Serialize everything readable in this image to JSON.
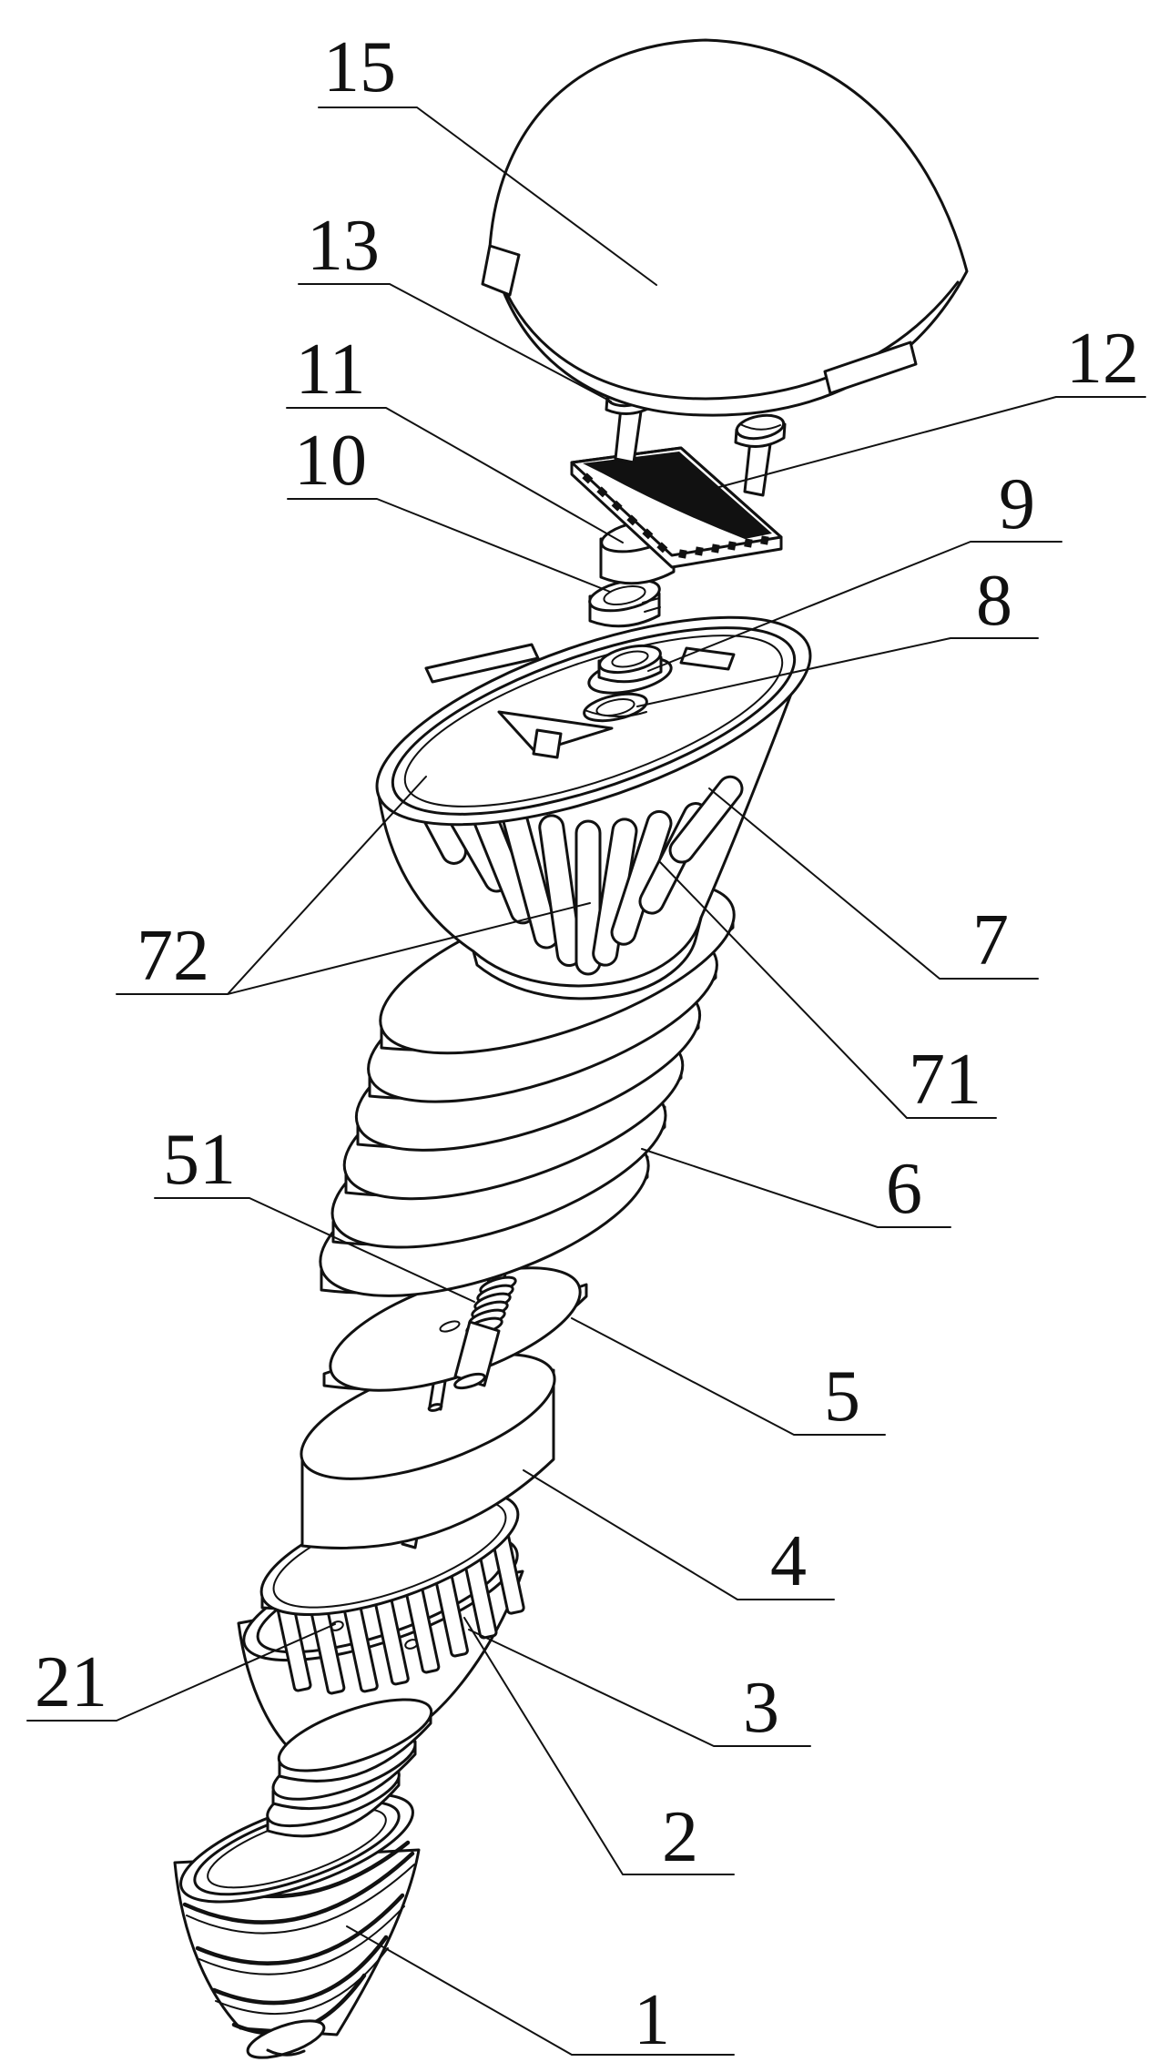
{
  "figure": {
    "background_color": "#ffffff",
    "line_color": "#111111",
    "callouts": [
      {
        "label": "15"
      },
      {
        "label": "13"
      },
      {
        "label": "11"
      },
      {
        "label": "10"
      },
      {
        "label": "12"
      },
      {
        "label": "9"
      },
      {
        "label": "8"
      },
      {
        "label": "7"
      },
      {
        "label": "71"
      },
      {
        "label": "72"
      },
      {
        "label": "6"
      },
      {
        "label": "51"
      },
      {
        "label": "5"
      },
      {
        "label": "4"
      },
      {
        "label": "3"
      },
      {
        "label": "2"
      },
      {
        "label": "21"
      },
      {
        "label": "1"
      }
    ]
  }
}
